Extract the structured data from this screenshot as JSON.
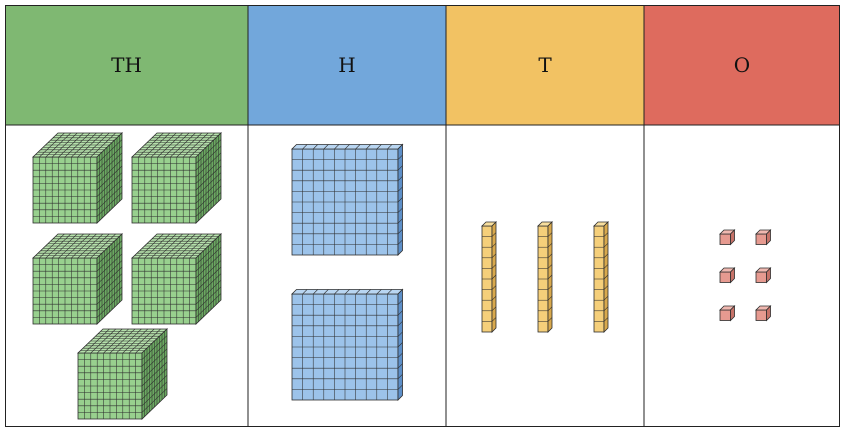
{
  "columns": [
    {
      "key": "th",
      "label": "TH",
      "header_color": "#7fb872",
      "face": "#98d08e",
      "top": "#b5e0ab",
      "side": "#6aa861",
      "count": 5
    },
    {
      "key": "h",
      "label": "H",
      "header_color": "#72a7db",
      "face": "#9cc3ea",
      "top": "#b9d6f2",
      "side": "#5d8fc8",
      "count": 2
    },
    {
      "key": "t",
      "label": "T",
      "header_color": "#f2c263",
      "face": "#f5cf7a",
      "top": "#f8df9e",
      "side": "#d9a94d",
      "count": 3
    },
    {
      "key": "o",
      "label": "O",
      "header_color": "#de6b5e",
      "face": "#e69a90",
      "top": "#f0b8b0",
      "side": "#c67268",
      "count": 6
    }
  ]
}
